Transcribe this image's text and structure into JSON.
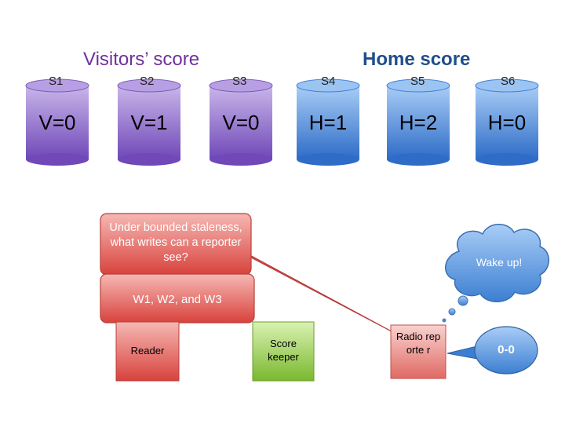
{
  "groups": {
    "visitors": "Visitors’ score",
    "home": "Home score"
  },
  "servers": [
    {
      "label": "S1",
      "value": "V=0"
    },
    {
      "label": "S2",
      "value": "V=1"
    },
    {
      "label": "S3",
      "value": "V=0"
    },
    {
      "label": "S4",
      "value": "H=1"
    },
    {
      "label": "S5",
      "value": "H=2"
    },
    {
      "label": "S6",
      "value": "H=0"
    }
  ],
  "question": "Under bounded staleness, what writes can a reporter see?",
  "answer": "W1, W2, and W3",
  "cloud": "Wake up!",
  "actors": {
    "reader": "Reader",
    "score_keeper": "Score keeper",
    "radio_reporter": "Radio reporte r"
  },
  "bubble": "0-0",
  "colors": {
    "visitor_cylinder": "#8a63c9",
    "home_cylinder": "#3f7fd6",
    "callout": "#d94a4a",
    "reader": "#e0504a",
    "score_keeper": "#8dc63f",
    "cloud": "#5b9bd5"
  }
}
